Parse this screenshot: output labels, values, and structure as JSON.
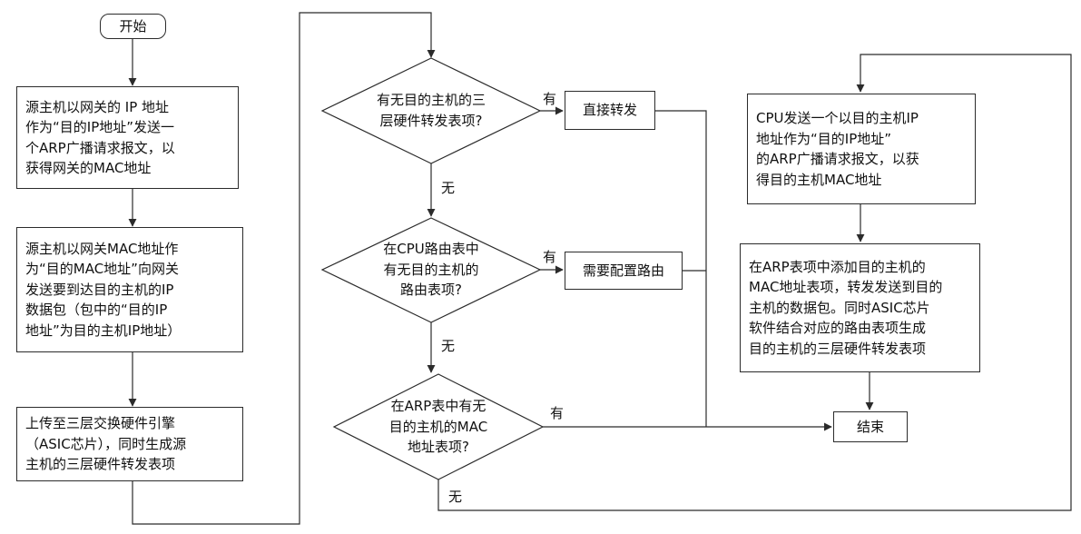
{
  "diagram": {
    "type": "flowchart",
    "nodes": {
      "start": "开始",
      "gateway_arp_request": "源主机以网关的 IP 地址\n作为“目的IP地址”发送一\n个ARP广播请求报文，以\n获得网关的MAC地址",
      "send_ip_packet": "源主机以网关MAC地址作\n为“目的MAC地址”向网关\n发送要到达目的主机的IP\n数据包（包中的“目的IP\n地址”为目的主机IP地址）",
      "upload_asic": "上传至三层交换硬件引擎\n（ASIC芯片），同时生成源\n主机的三层硬件转发表项",
      "decision_l3_hw_entry": "有无目的主机的三\n层硬件转发表项?",
      "direct_forward": "直接转发",
      "decision_cpu_route": "在CPU路由表中\n有无目的主机的\n路由表项?",
      "need_config_route": "需要配置路由",
      "decision_arp_mac": "在ARP表中有无\n目的主机的MAC\n地址表项?",
      "cpu_arp_request": "CPU发送一个以目的主机IP\n地址作为“目的IP地址”\n的ARP广播请求报文，以获\n得目的主机MAC地址",
      "add_arp_entry": "在ARP表项中添加目的主机的\nMAC地址表项，转发发送到目的\n主机的数据包。同时ASIC芯片\n软件结合对应的路由表项生成\n目的主机的三层硬件转发表项",
      "end": "结束"
    },
    "edge_labels": {
      "l3_yes": "有",
      "l3_no": "无",
      "route_yes": "有",
      "route_no": "无",
      "arp_yes": "有",
      "arp_no": "无"
    },
    "colors": {
      "line": "#2b2b2b",
      "background": "#ffffff"
    }
  }
}
